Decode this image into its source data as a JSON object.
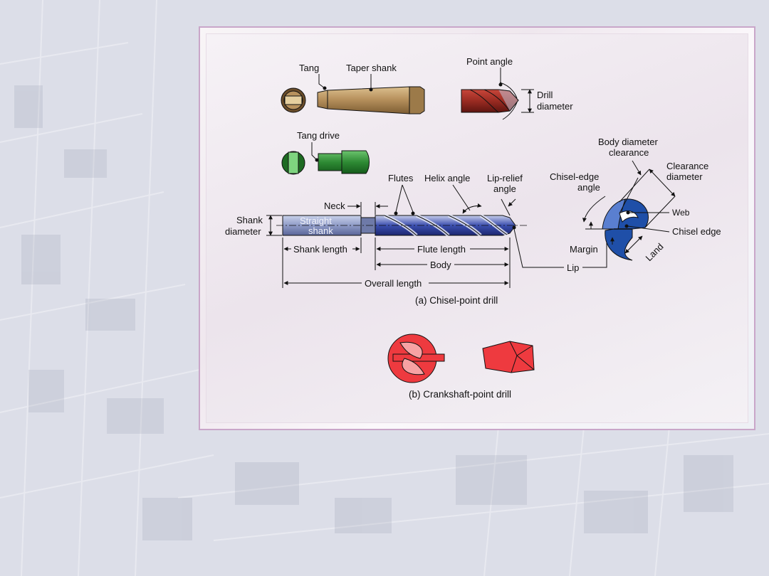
{
  "labels": {
    "tang": "Tang",
    "taper_shank": "Taper shank",
    "point_angle": "Point angle",
    "drill_diameter_1": "Drill",
    "drill_diameter_2": "diameter",
    "tang_drive": "Tang drive",
    "body_diameter_clearance_1": "Body diameter",
    "body_diameter_clearance_2": "clearance",
    "clearance_diameter_1": "Clearance",
    "clearance_diameter_2": "diameter",
    "chisel_edge_angle_1": "Chisel-edge",
    "chisel_edge_angle_2": "angle",
    "flutes": "Flutes",
    "helix_angle": "Helix angle",
    "lip_relief_angle_1": "Lip-relief",
    "lip_relief_angle_2": "angle",
    "neck": "Neck",
    "shank_diameter_1": "Shank",
    "shank_diameter_2": "diameter",
    "straight_shank_1": "Straight",
    "straight_shank_2": "shank",
    "web": "Web",
    "chisel_edge": "Chisel edge",
    "margin": "Margin",
    "land": "Land",
    "shank_length": "Shank length",
    "flute_length": "Flute length",
    "body": "Body",
    "lip": "Lip",
    "overall_length": "Overall length"
  },
  "captions": {
    "a": "(a) Chisel-point drill",
    "b": "(b) Crankshaft-point drill"
  },
  "colors": {
    "taper_shank": "#b8925e",
    "red_point": "#9a2b22",
    "tang_drive": "#2e8a34",
    "straight_drill": "#3b4fb0",
    "chisel_end_view": "#1f4fa8",
    "crankshaft": "#ee3a3f",
    "panel_border": "#c9a6c9"
  }
}
